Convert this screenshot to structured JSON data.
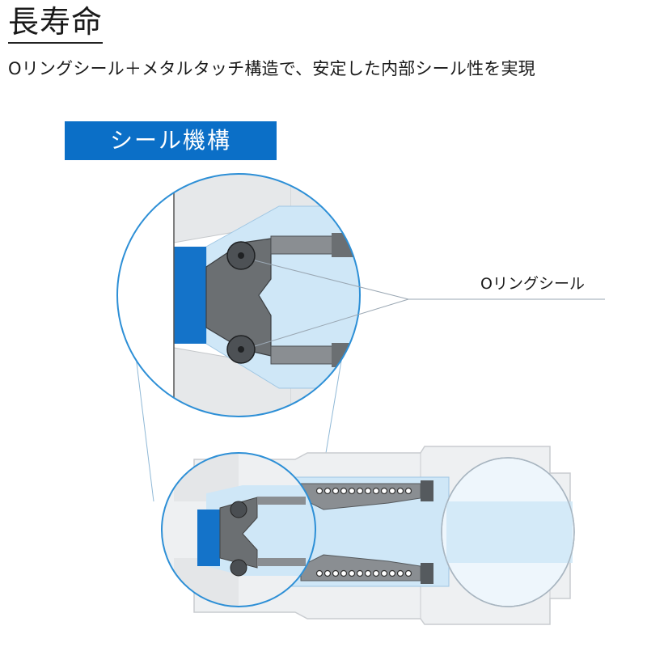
{
  "header": {
    "title": "長寿命",
    "subtitle": "Oリングシール＋メタルタッチ構造で、安定した内部シール性を実現"
  },
  "diagram": {
    "section_label": "シール機構",
    "callout_label": "Oリングシール"
  },
  "colors": {
    "accent_blue": "#0b6fc7",
    "light_blue": "#cfe7f7",
    "body_gray": "#e3e5e7",
    "ring_gray": "#6b6f72"
  }
}
